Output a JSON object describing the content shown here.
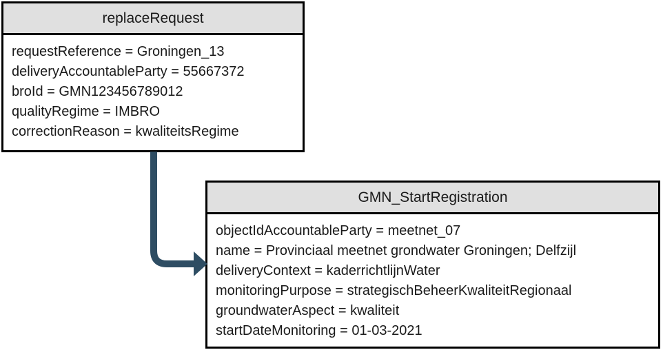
{
  "diagram": {
    "boxes": {
      "replaceRequest": {
        "title": "replaceRequest",
        "attributes": [
          "requestReference = Groningen_13",
          "deliveryAccountableParty = 55667372",
          "broId = GMN123456789012",
          "qualityRegime = IMBRO",
          "correctionReason = kwaliteitsRegime"
        ]
      },
      "gmnStartRegistration": {
        "title": "GMN_StartRegistration",
        "attributes": [
          "objectIdAccountableParty = meetnet_07",
          "name = Provinciaal meetnet grondwater Groningen; Delfzijl",
          "deliveryContext = kaderrichtlijnWater",
          "monitoringPurpose = strategischBeheerKwaliteitRegionaal",
          "groundwaterAspect = kwaliteit",
          "startDateMonitoring = 01-03-2021"
        ]
      }
    },
    "connector": {
      "from": "replaceRequest",
      "to": "GMN_StartRegistration",
      "style": "elbow-arrow"
    },
    "colors": {
      "header_bg": "#e0e0e0",
      "border": "#000000",
      "arrow": "#2e4d63",
      "background": "#ffffff"
    }
  }
}
